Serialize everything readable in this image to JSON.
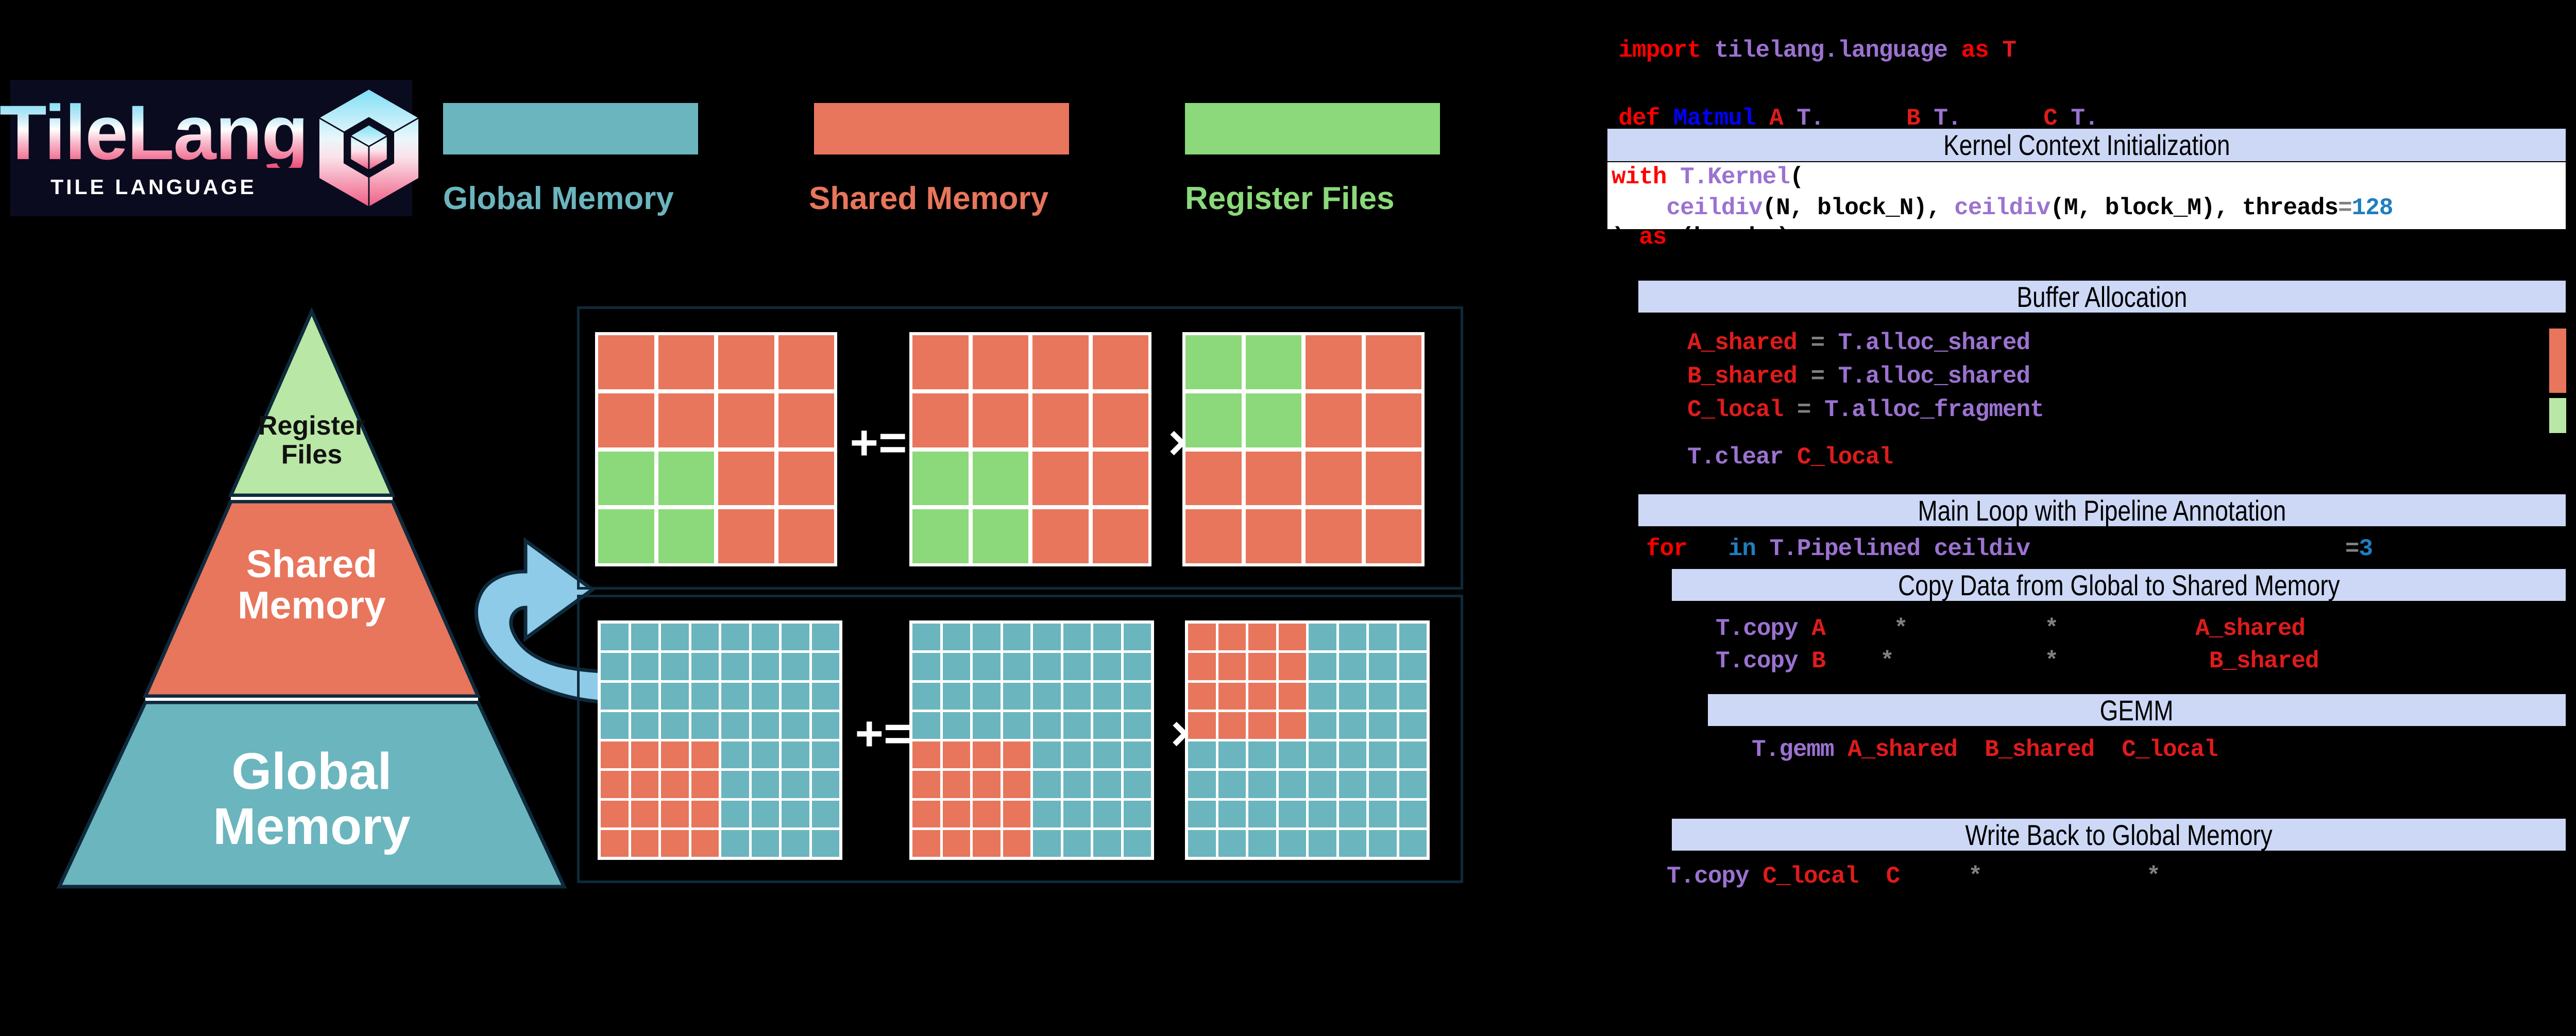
{
  "logo": {
    "wordmark": "TileLang",
    "subtitle": "TILE LANGUAGE",
    "icon": "hex-cube-logo"
  },
  "legend": {
    "items": [
      {
        "label": "Global Memory",
        "color": "#6BB5BE"
      },
      {
        "label": "Shared Memory",
        "color": "#E8765C"
      },
      {
        "label": "Register Files",
        "color": "#8BD97A"
      }
    ]
  },
  "pyramid": {
    "levels": [
      {
        "label": "Register\nFiles",
        "color": "#B9E7A5",
        "text_color": "#111111"
      },
      {
        "label": "Shared\nMemory",
        "color": "#E8765C",
        "text_color": "#ffffff"
      },
      {
        "label": "Global\nMemory",
        "color": "#6BB5BE",
        "text_color": "#ffffff"
      }
    ],
    "arrow": "curved-up-arrow"
  },
  "diagram": {
    "operators": {
      "plus_equals": "+=",
      "times": "×"
    },
    "rows": [
      {
        "name": "shared-register-row",
        "size": 4,
        "grids": [
          {
            "name": "c-local",
            "pattern": [
              [
                1,
                1,
                1,
                1
              ],
              [
                1,
                1,
                1,
                1
              ],
              [
                2,
                2,
                1,
                1
              ],
              [
                2,
                2,
                1,
                1
              ]
            ]
          },
          {
            "name": "a-shared",
            "pattern": [
              [
                1,
                1,
                1,
                1
              ],
              [
                1,
                1,
                1,
                1
              ],
              [
                2,
                2,
                1,
                1
              ],
              [
                2,
                2,
                1,
                1
              ]
            ]
          },
          {
            "name": "b-shared",
            "pattern": [
              [
                2,
                2,
                1,
                1
              ],
              [
                2,
                2,
                1,
                1
              ],
              [
                1,
                1,
                1,
                1
              ],
              [
                1,
                1,
                1,
                1
              ]
            ]
          }
        ]
      },
      {
        "name": "global-shared-row",
        "size": 8,
        "grids": [
          {
            "name": "c-global",
            "pattern": [
              [
                0,
                0,
                0,
                0,
                0,
                0,
                0,
                0
              ],
              [
                0,
                0,
                0,
                0,
                0,
                0,
                0,
                0
              ],
              [
                0,
                0,
                0,
                0,
                0,
                0,
                0,
                0
              ],
              [
                0,
                0,
                0,
                0,
                0,
                0,
                0,
                0
              ],
              [
                1,
                1,
                1,
                1,
                0,
                0,
                0,
                0
              ],
              [
                1,
                1,
                1,
                1,
                0,
                0,
                0,
                0
              ],
              [
                1,
                1,
                1,
                1,
                0,
                0,
                0,
                0
              ],
              [
                1,
                1,
                1,
                1,
                0,
                0,
                0,
                0
              ]
            ]
          },
          {
            "name": "a-global",
            "pattern": [
              [
                0,
                0,
                0,
                0,
                0,
                0,
                0,
                0
              ],
              [
                0,
                0,
                0,
                0,
                0,
                0,
                0,
                0
              ],
              [
                0,
                0,
                0,
                0,
                0,
                0,
                0,
                0
              ],
              [
                0,
                0,
                0,
                0,
                0,
                0,
                0,
                0
              ],
              [
                1,
                1,
                1,
                1,
                0,
                0,
                0,
                0
              ],
              [
                1,
                1,
                1,
                1,
                0,
                0,
                0,
                0
              ],
              [
                1,
                1,
                1,
                1,
                0,
                0,
                0,
                0
              ],
              [
                1,
                1,
                1,
                1,
                0,
                0,
                0,
                0
              ]
            ]
          },
          {
            "name": "b-global",
            "pattern": [
              [
                1,
                1,
                1,
                1,
                0,
                0,
                0,
                0
              ],
              [
                1,
                1,
                1,
                1,
                0,
                0,
                0,
                0
              ],
              [
                1,
                1,
                1,
                1,
                0,
                0,
                0,
                0
              ],
              [
                1,
                1,
                1,
                1,
                0,
                0,
                0,
                0
              ],
              [
                0,
                0,
                0,
                0,
                0,
                0,
                0,
                0
              ],
              [
                0,
                0,
                0,
                0,
                0,
                0,
                0,
                0
              ],
              [
                0,
                0,
                0,
                0,
                0,
                0,
                0,
                0
              ],
              [
                0,
                0,
                0,
                0,
                0,
                0,
                0,
                0
              ]
            ]
          }
        ]
      }
    ],
    "palette": [
      "#6BB5BE",
      "#E8765C",
      "#8BD97A"
    ]
  },
  "code": {
    "import_line": {
      "kw": "import",
      "module": " tilelang.language ",
      "as_kw": "as",
      "alias": " T"
    },
    "def_line": {
      "kw": "def",
      "fn": " Matmul",
      "p1": " A",
      "t1": " T.",
      "p2": "      B",
      "t2": " T.",
      "p3": "      C",
      "t3": " T."
    },
    "sections": [
      {
        "title": "Kernel Context Initialization",
        "lines": [
          {
            "parts": [
              {
                "t": "with",
                "c": "kw"
              },
              {
                "t": " T.Kernel",
                "c": "mod"
              },
              {
                "t": "(",
                "c": "blk"
              }
            ]
          },
          {
            "parts": [
              {
                "t": "    ceildiv",
                "c": "mod"
              },
              {
                "t": "(N, block_N), ",
                "c": "blk"
              },
              {
                "t": "ceildiv",
                "c": "mod"
              },
              {
                "t": "(M, block_M), threads",
                "c": "blk"
              },
              {
                "t": "=",
                "c": "op2"
              },
              {
                "t": "128",
                "c": "num"
              }
            ]
          },
          {
            "parts": [
              {
                "t": ") ",
                "c": "blk"
              },
              {
                "t": "as",
                "c": "kw"
              },
              {
                "t": " (bx, by):",
                "c": "blk"
              }
            ]
          }
        ]
      },
      {
        "title": "Buffer Allocation",
        "lines": [
          {
            "parts": [
              {
                "t": "A_shared",
                "c": "var"
              },
              {
                "t": " = ",
                "c": "op2"
              },
              {
                "t": "T.alloc_shared",
                "c": "mod"
              }
            ]
          },
          {
            "parts": [
              {
                "t": "B_shared",
                "c": "var"
              },
              {
                "t": " = ",
                "c": "op2"
              },
              {
                "t": "T.alloc_shared",
                "c": "mod"
              }
            ]
          },
          {
            "parts": [
              {
                "t": "C_local",
                "c": "var"
              },
              {
                "t": " = ",
                "c": "op2"
              },
              {
                "t": "T.alloc_fragment",
                "c": "mod"
              }
            ]
          },
          {
            "parts": [
              {
                "t": "T.clear",
                "c": "mod"
              },
              {
                "t": " C_local",
                "c": "var"
              }
            ]
          }
        ],
        "bars": [
          {
            "color": "#E8765C",
            "name": "shared-memory-bar"
          },
          {
            "color": "#B9E7A5",
            "name": "register-file-bar"
          }
        ]
      },
      {
        "title": "Main Loop with Pipeline Annotation",
        "lines": [
          {
            "parts": [
              {
                "t": "for",
                "c": "kw"
              },
              {
                "t": "   ",
                "c": "blk"
              },
              {
                "t": "in",
                "c": "num"
              },
              {
                "t": " T.Pipelined ceildiv",
                "c": "mod"
              },
              {
                "t": "                       ",
                "c": "blk"
              },
              {
                "t": "=",
                "c": "op2"
              },
              {
                "t": "3",
                "c": "num"
              }
            ]
          }
        ]
      },
      {
        "title": "Copy Data from Global to Shared Memory",
        "lines": [
          {
            "parts": [
              {
                "t": "T.copy",
                "c": "mod"
              },
              {
                "t": " A",
                "c": "var"
              },
              {
                "t": "     ",
                "c": "blk"
              },
              {
                "t": "*",
                "c": "op2"
              },
              {
                "t": "          ",
                "c": "blk"
              },
              {
                "t": "*",
                "c": "op2"
              },
              {
                "t": "          ",
                "c": "blk"
              },
              {
                "t": "A_shared",
                "c": "var"
              }
            ]
          },
          {
            "parts": [
              {
                "t": "T.copy",
                "c": "mod"
              },
              {
                "t": " B",
                "c": "var"
              },
              {
                "t": "    ",
                "c": "blk"
              },
              {
                "t": "*",
                "c": "op2"
              },
              {
                "t": "           ",
                "c": "blk"
              },
              {
                "t": "*",
                "c": "op2"
              },
              {
                "t": "           ",
                "c": "blk"
              },
              {
                "t": "B_shared",
                "c": "var"
              }
            ]
          }
        ]
      },
      {
        "title": "GEMM",
        "lines": [
          {
            "parts": [
              {
                "t": "T.gemm",
                "c": "mod"
              },
              {
                "t": " A_shared  B_shared  C_local",
                "c": "var"
              }
            ]
          }
        ]
      },
      {
        "title": "Write Back to Global Memory",
        "lines": [
          {
            "parts": [
              {
                "t": "T.copy",
                "c": "mod"
              },
              {
                "t": " C_local  C",
                "c": "var"
              },
              {
                "t": "     ",
                "c": "blk"
              },
              {
                "t": "*",
                "c": "op2"
              },
              {
                "t": "            ",
                "c": "blk"
              },
              {
                "t": "*",
                "c": "op2"
              }
            ]
          }
        ]
      }
    ]
  },
  "layout": {
    "header_bar_color": "#ccd8f5",
    "code_bg": "#000000",
    "box_border": "#0e2a3c"
  }
}
